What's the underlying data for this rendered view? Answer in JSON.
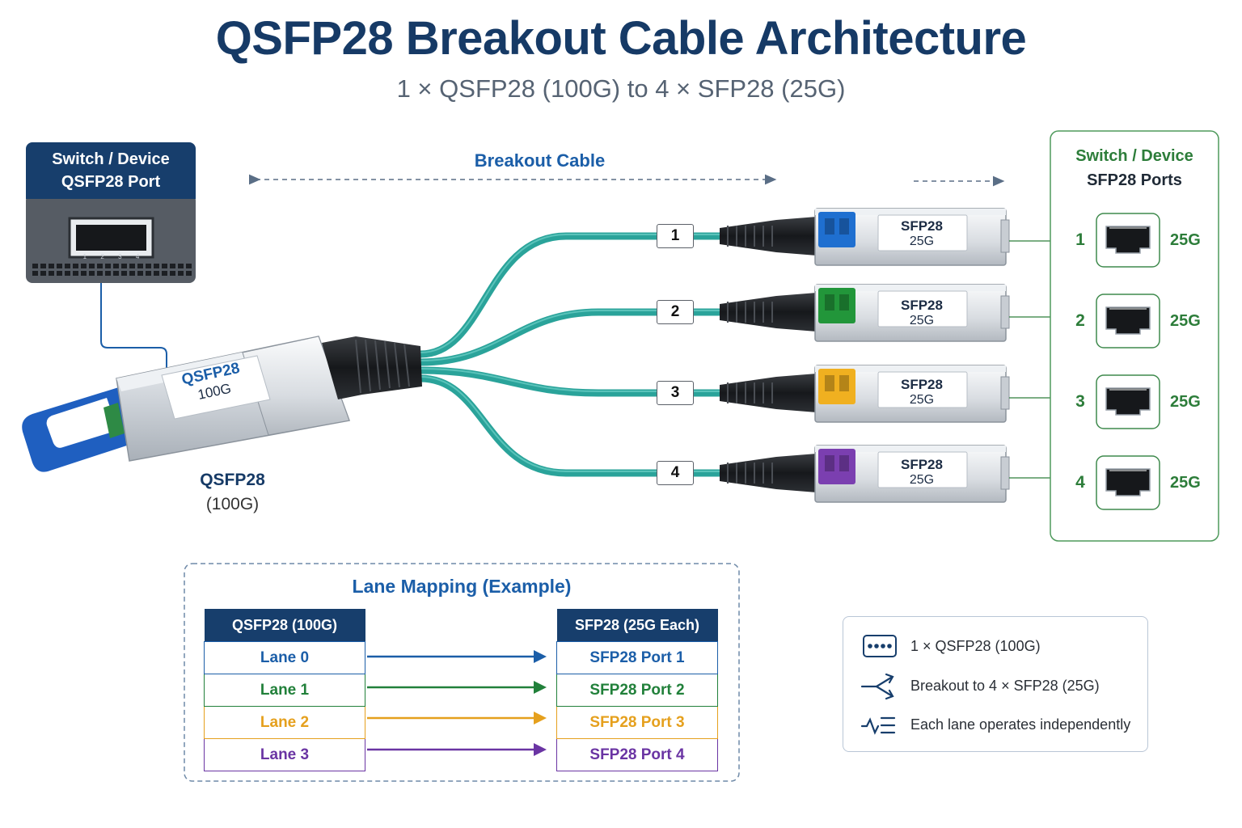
{
  "title": "QSFP28 Breakout Cable Architecture",
  "subtitle": "1 × QSFP28 (100G) to 4 × SFP28 (25G)",
  "left_device": {
    "header_line1": "Switch / Device",
    "header_line2": "QSFP28 Port",
    "port_lane_numbers": [
      "1",
      "2",
      "3",
      "4"
    ]
  },
  "cable_label": "Breakout Cable",
  "qsfp_module": {
    "label_line1": "QSFP28",
    "label_line2": "100G",
    "caption_line1": "QSFP28",
    "caption_line2": "(100G)"
  },
  "breakout_legs": [
    {
      "num": "1",
      "sfp_line1": "SFP28",
      "sfp_line2": "25G",
      "latch_color": "#1f6fd0"
    },
    {
      "num": "2",
      "sfp_line1": "SFP28",
      "sfp_line2": "25G",
      "latch_color": "#22963a"
    },
    {
      "num": "3",
      "sfp_line1": "SFP28",
      "sfp_line2": "25G",
      "latch_color": "#f0b020"
    },
    {
      "num": "4",
      "sfp_line1": "SFP28",
      "sfp_line2": "25G",
      "latch_color": "#7b3fb0"
    }
  ],
  "right_device": {
    "title_line1": "Switch / Device",
    "title_line2": "SFP28 Ports",
    "ports": [
      {
        "num": "1",
        "speed": "25G"
      },
      {
        "num": "2",
        "speed": "25G"
      },
      {
        "num": "3",
        "speed": "25G"
      },
      {
        "num": "4",
        "speed": "25G"
      }
    ]
  },
  "lane_mapping": {
    "title": "Lane Mapping (Example)",
    "left_header": "QSFP28 (100G)",
    "right_header": "SFP28 (25G Each)",
    "rows": [
      {
        "lane": "Lane 0",
        "port": "SFP28 Port 1",
        "color": "#1b5ea8"
      },
      {
        "lane": "Lane 1",
        "port": "SFP28 Port 2",
        "color": "#21803a"
      },
      {
        "lane": "Lane 2",
        "port": "SFP28 Port 3",
        "color": "#e5a01d"
      },
      {
        "lane": "Lane 3",
        "port": "SFP28 Port 4",
        "color": "#6a34a3"
      }
    ]
  },
  "legend": [
    {
      "icon": "port-icon",
      "text": "1 × QSFP28 (100G)"
    },
    {
      "icon": "split-icon",
      "text": "Breakout to 4 × SFP28 (25G)"
    },
    {
      "icon": "lanes-icon",
      "text": "Each lane operates independently"
    }
  ],
  "colors": {
    "navy": "#173e6c",
    "cable_teal": "#2aa39a",
    "green": "#2d7d3a",
    "blue_accent": "#1b5ea8"
  }
}
